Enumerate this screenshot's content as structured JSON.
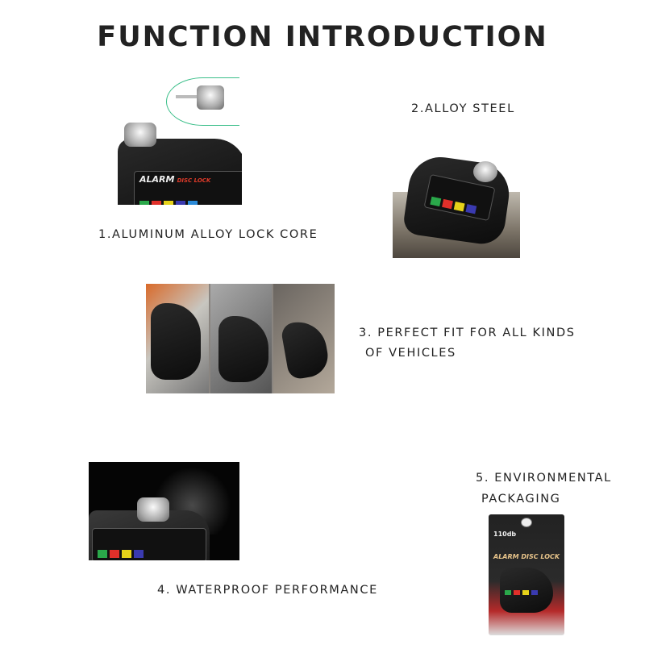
{
  "title": "FUNCTION INTRODUCTION",
  "features": [
    {
      "label": "1.ALUMINUM ALLOY LOCK CORE"
    },
    {
      "label": "2.ALLOY STEEL"
    },
    {
      "label_line1": "3. PERFECT FIT FOR ALL KINDS",
      "label_line2": "OF VEHICLES"
    },
    {
      "label": "4. WATERPROOF PERFORMANCE"
    },
    {
      "label_line1": "5. ENVIRONMENTAL",
      "label_line2": "PACKAGING"
    }
  ],
  "product_logo": {
    "brand": "ALARM",
    "sub": "DISC LOCK",
    "package_text": "ALARM DISC LOCK",
    "db": "110db"
  },
  "colors": {
    "icon_colors": [
      "#2aa84a",
      "#e0302a",
      "#e6d21a",
      "#3a3ab0",
      "#2a8ad8"
    ]
  }
}
